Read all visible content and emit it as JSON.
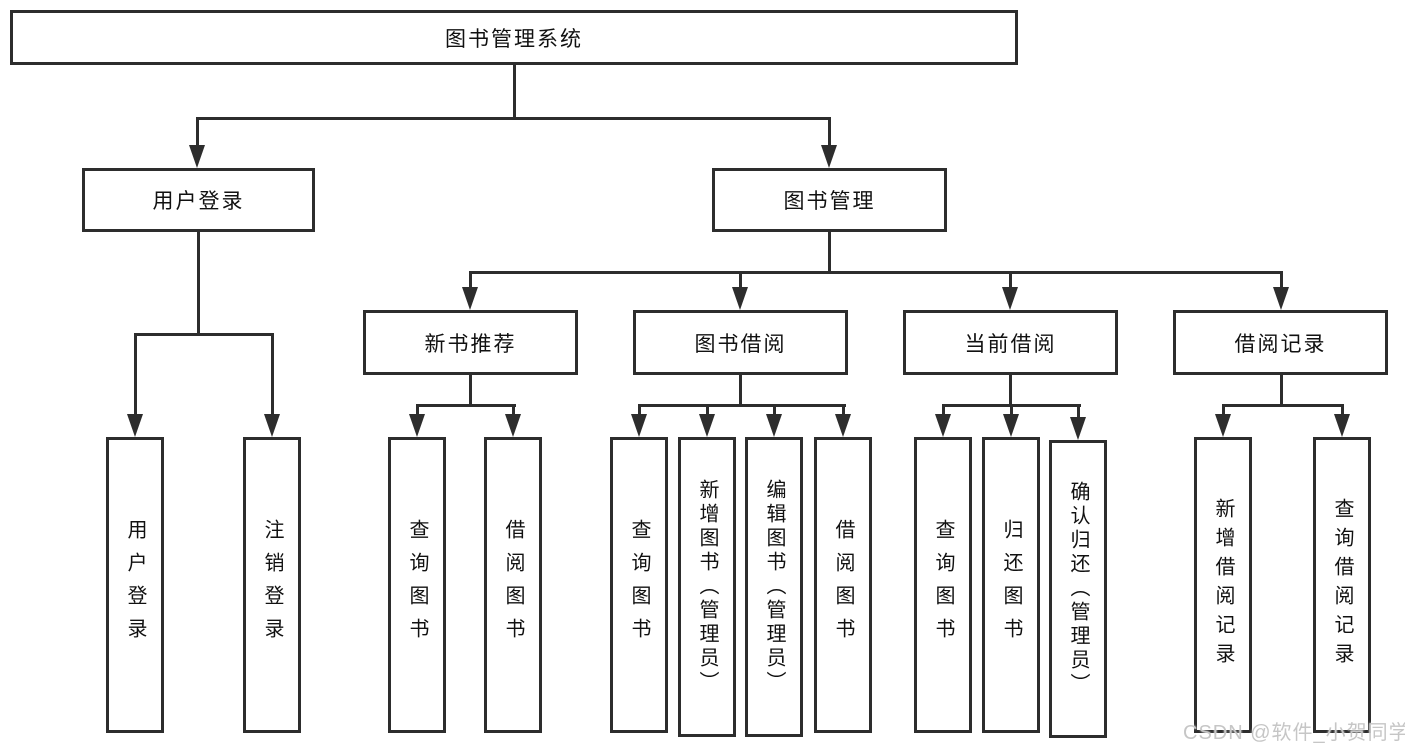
{
  "diagram": {
    "root": {
      "label": "图书管理系统"
    },
    "level2": [
      {
        "label": "用户登录"
      },
      {
        "label": "图书管理"
      }
    ],
    "level3": [
      {
        "label": "新书推荐"
      },
      {
        "label": "图书借阅"
      },
      {
        "label": "当前借阅"
      },
      {
        "label": "借阅记录"
      }
    ],
    "leaves": {
      "user_login": [
        {
          "label": "用户登录"
        },
        {
          "label": "注销登录"
        }
      ],
      "new_book": [
        {
          "label": "查询图书"
        },
        {
          "label": "借阅图书"
        }
      ],
      "book_borrow": [
        {
          "label": "查询图书"
        },
        {
          "label": "新增图书（管理员）"
        },
        {
          "label": "编辑图书（管理员）"
        },
        {
          "label": "借阅图书"
        }
      ],
      "current_borrow": [
        {
          "label": "查询图书"
        },
        {
          "label": "归还图书"
        },
        {
          "label": "确认归还（管理员）"
        }
      ],
      "borrow_record": [
        {
          "label": "新增借阅记录"
        },
        {
          "label": "查询借阅记录"
        }
      ]
    }
  },
  "watermark": {
    "text": "CSDN @软件_小贺同学"
  },
  "colors": {
    "line": "#2d2d2d",
    "text": "#111111",
    "watermark": "#c6c6c6",
    "background": "#ffffff"
  }
}
